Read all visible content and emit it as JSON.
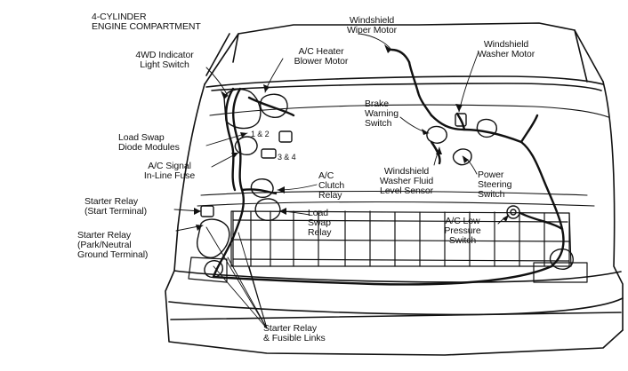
{
  "title": "4-CYLINDER\nENGINE COMPARTMENT",
  "labels": {
    "wiper_motor": "Windshield\nWiper Motor",
    "washer_motor": "Windshield\nWasher Motor",
    "indicator_switch": "4WD Indicator\nLight Switch",
    "heater_blower": "A/C Heater\nBlower Motor",
    "brake_switch": "Brake\nWarning\nSwitch",
    "load_swap_diode": "Load Swap\nDiode Modules",
    "num_1_2": "1 & 2",
    "num_3_4": "3 & 4",
    "ac_signal_fuse": "A/C Signal\nIn-Line Fuse",
    "washer_fluid_sensor": "Windshield\nWasher Fluid\nLevel Sensor",
    "power_steering": "Power\nSteering\nSwitch",
    "ac_clutch_relay": "A/C\nClutch\nRelay",
    "starter_relay_start": "Starter Relay\n(Start Terminal)",
    "load_swap_relay": "Load\nSwap\nRelay",
    "ac_low_pressure": "A/C Low\nPressure\nSwitch",
    "starter_relay_park": "Starter Relay\n(Park/Neutral\nGround Terminal)",
    "starter_fusible": "Starter Relay\n& Fusible Links"
  },
  "colors": {
    "ink": "#111111",
    "paper": "#ffffff"
  }
}
